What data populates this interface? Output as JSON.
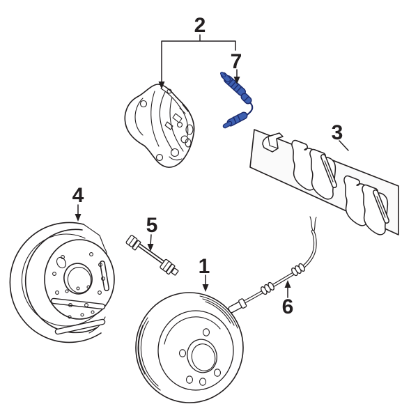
{
  "diagram": {
    "background": "#ffffff",
    "line_color": "#231f20",
    "panel_fill": "#fafafa",
    "highlight_fill": "#3d5fb0",
    "highlight_outline": "#1c2a6a",
    "callouts": {
      "c1": "1",
      "c2": "2",
      "c3": "3",
      "c4": "4",
      "c5": "5",
      "c6": "6",
      "c7": "7"
    }
  }
}
